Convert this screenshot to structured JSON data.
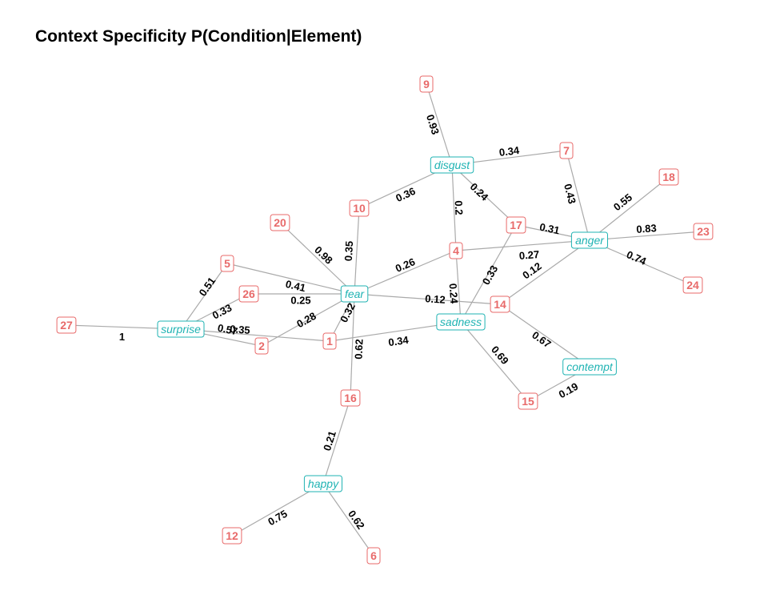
{
  "title": "Context Specificity P(Condition|Element)",
  "colors": {
    "condition": "#1fb3b3",
    "element": "#e86a6a",
    "edge": "#aaaaaa"
  },
  "nodes": [
    {
      "id": "disgust",
      "label": "disgust",
      "kind": "condition"
    },
    {
      "id": "anger",
      "label": "anger",
      "kind": "condition"
    },
    {
      "id": "fear",
      "label": "fear",
      "kind": "condition"
    },
    {
      "id": "surprise",
      "label": "surprise",
      "kind": "condition"
    },
    {
      "id": "sadness",
      "label": "sadness",
      "kind": "condition"
    },
    {
      "id": "contempt",
      "label": "contempt",
      "kind": "condition"
    },
    {
      "id": "happy",
      "label": "happy",
      "kind": "condition"
    },
    {
      "id": "9",
      "label": "9",
      "kind": "element"
    },
    {
      "id": "7",
      "label": "7",
      "kind": "element"
    },
    {
      "id": "18",
      "label": "18",
      "kind": "element"
    },
    {
      "id": "10",
      "label": "10",
      "kind": "element"
    },
    {
      "id": "20",
      "label": "20",
      "kind": "element"
    },
    {
      "id": "17",
      "label": "17",
      "kind": "element"
    },
    {
      "id": "23",
      "label": "23",
      "kind": "element"
    },
    {
      "id": "4",
      "label": "4",
      "kind": "element"
    },
    {
      "id": "5",
      "label": "5",
      "kind": "element"
    },
    {
      "id": "24",
      "label": "24",
      "kind": "element"
    },
    {
      "id": "26",
      "label": "26",
      "kind": "element"
    },
    {
      "id": "14",
      "label": "14",
      "kind": "element"
    },
    {
      "id": "27",
      "label": "27",
      "kind": "element"
    },
    {
      "id": "1",
      "label": "1",
      "kind": "element"
    },
    {
      "id": "2",
      "label": "2",
      "kind": "element"
    },
    {
      "id": "15",
      "label": "15",
      "kind": "element"
    },
    {
      "id": "16",
      "label": "16",
      "kind": "element"
    },
    {
      "id": "12",
      "label": "12",
      "kind": "element"
    },
    {
      "id": "6",
      "label": "6",
      "kind": "element"
    }
  ],
  "edges": [
    {
      "source": "9",
      "target": "disgust",
      "weight": "0.93"
    },
    {
      "source": "7",
      "target": "disgust",
      "weight": "0.34"
    },
    {
      "source": "10",
      "target": "disgust",
      "weight": "0.36"
    },
    {
      "source": "4",
      "target": "disgust",
      "weight": "0.2"
    },
    {
      "source": "17",
      "target": "disgust",
      "weight": "0.24"
    },
    {
      "source": "7",
      "target": "anger",
      "weight": "0.43"
    },
    {
      "source": "18",
      "target": "anger",
      "weight": "0.55"
    },
    {
      "source": "23",
      "target": "anger",
      "weight": "0.83"
    },
    {
      "source": "24",
      "target": "anger",
      "weight": "0.74"
    },
    {
      "source": "17",
      "target": "anger",
      "weight": "0.31"
    },
    {
      "source": "4",
      "target": "anger",
      "weight": "0.27"
    },
    {
      "source": "14",
      "target": "anger",
      "weight": "0.12"
    },
    {
      "source": "10",
      "target": "fear",
      "weight": "0.35"
    },
    {
      "source": "20",
      "target": "fear",
      "weight": "0.98"
    },
    {
      "source": "4",
      "target": "fear",
      "weight": "0.26"
    },
    {
      "source": "5",
      "target": "fear",
      "weight": "0.41"
    },
    {
      "source": "26",
      "target": "fear",
      "weight": "0.25"
    },
    {
      "source": "14",
      "target": "fear",
      "weight": "0.12"
    },
    {
      "source": "2",
      "target": "fear",
      "weight": "0.28"
    },
    {
      "source": "1",
      "target": "fear",
      "weight": "0.32"
    },
    {
      "source": "16",
      "target": "fear",
      "weight": "0.62"
    },
    {
      "source": "5",
      "target": "surprise",
      "weight": "0.51"
    },
    {
      "source": "26",
      "target": "surprise",
      "weight": "0.33"
    },
    {
      "source": "27",
      "target": "surprise",
      "weight": "1"
    },
    {
      "source": "2",
      "target": "surprise",
      "weight": "0.57"
    },
    {
      "source": "1",
      "target": "surprise",
      "weight": "0.35"
    },
    {
      "source": "4",
      "target": "sadness",
      "weight": "0.24"
    },
    {
      "source": "17",
      "target": "sadness",
      "weight": "0.33"
    },
    {
      "source": "1",
      "target": "sadness",
      "weight": "0.34"
    },
    {
      "source": "15",
      "target": "sadness",
      "weight": "0.69"
    },
    {
      "source": "14",
      "target": "contempt",
      "weight": "0.67"
    },
    {
      "source": "15",
      "target": "contempt",
      "weight": "0.19"
    },
    {
      "source": "16",
      "target": "happy",
      "weight": "0.21"
    },
    {
      "source": "12",
      "target": "happy",
      "weight": "0.75"
    },
    {
      "source": "6",
      "target": "happy",
      "weight": "0.62"
    }
  ]
}
